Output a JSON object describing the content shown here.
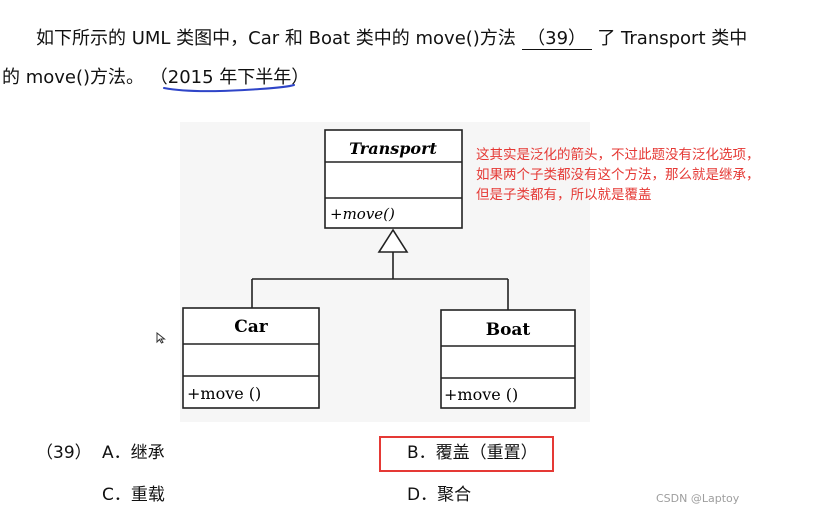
{
  "question": {
    "line1_before": "如下所示的 UML 类图中，Car 和 Boat 类中的 move()方法",
    "blank": "（39）",
    "line1_after": "了 Transport 类中",
    "line2_before": "的 move()方法。",
    "source": "（2015 年下半年）"
  },
  "diagram": {
    "parent": {
      "name": "Transport",
      "method": "+move()"
    },
    "children": [
      {
        "name": "Car",
        "method": "+move ()"
      },
      {
        "name": "Boat",
        "method": "+move ()"
      }
    ]
  },
  "note": {
    "lines": [
      "这其实是泛化的箭头，不过此题没有泛化选项，",
      "如果两个子类都没有这个方法，那么就是继承，",
      "但是子类都有，所以就是覆盖"
    ]
  },
  "options": {
    "number": "（39）",
    "a": "A．继承",
    "b": "B．覆盖（重置）",
    "c": "C．重载",
    "d": "D．聚合"
  },
  "watermark": "CSDN @Laptoy",
  "colors": {
    "annotation_red": "#e53935",
    "underline_blue": "#2f45c8"
  }
}
